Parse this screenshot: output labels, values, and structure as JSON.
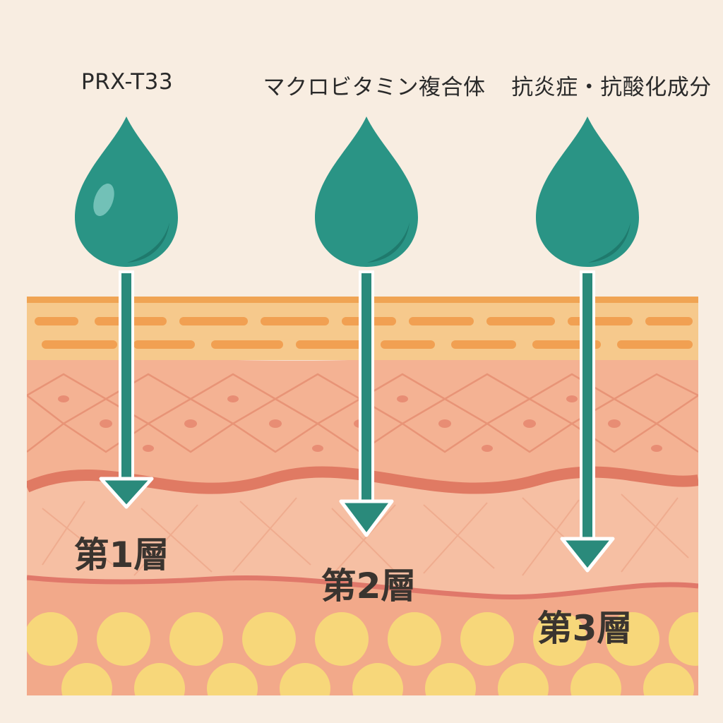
{
  "ingredients": [
    {
      "label": "PRX-T33"
    },
    {
      "label": "マクロビタミン複合体"
    },
    {
      "label": "抗炎症・抗酸化成分"
    }
  ],
  "layers": [
    {
      "label": "第1層"
    },
    {
      "label": "第2層"
    },
    {
      "label": "第3層"
    }
  ],
  "colors": {
    "background": "#f8ede1",
    "drop": "#2a9485",
    "drop_dark": "#1f7a6d",
    "arrow": "#2a8a7b",
    "epidermis_top": "#f6c98c",
    "stripe": "#f1a052",
    "cells": "#f4b293",
    "cell_line": "#e89477",
    "basal": "#e07a63",
    "dermis": "#f6bfa3",
    "fat": "#f7d77a",
    "fat_bg": "#f2a98a"
  }
}
